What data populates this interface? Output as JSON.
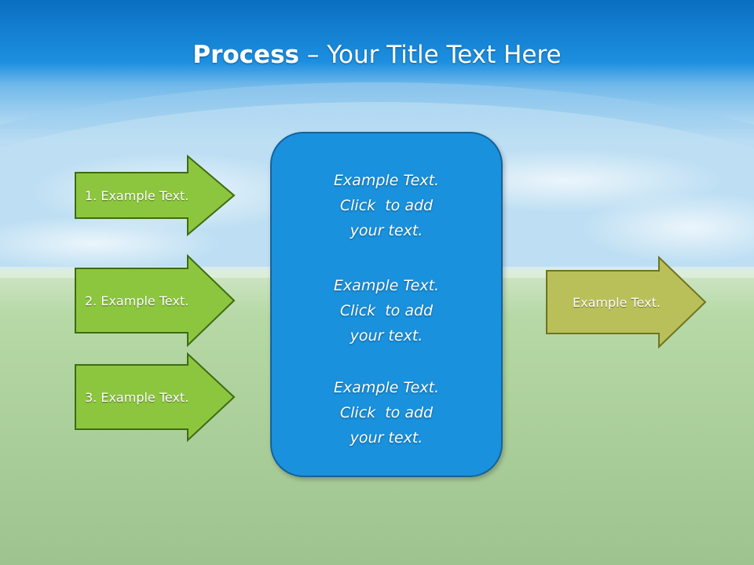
{
  "slide": {
    "title_bold": "Process",
    "title_rest": " – Your Title Text Here",
    "colors": {
      "sky_top": "#0a6fc0",
      "sky_bottom": "#dbeef8",
      "grass": "#a9cd95",
      "left_arrow": "#8cc63f",
      "right_arrow": "#b9c05a",
      "center_box": "#1a91dd"
    }
  },
  "left_arrows": [
    {
      "label": "1. Example Text."
    },
    {
      "label": "2. Example Text."
    },
    {
      "label": "3. Example Text."
    }
  ],
  "center_box": {
    "blocks": [
      {
        "lines": [
          "Example Text.",
          "Click  to add",
          "your text."
        ]
      },
      {
        "lines": [
          "Example Text.",
          "Click  to add",
          "your text."
        ]
      },
      {
        "lines": [
          "Example Text.",
          "Click  to add",
          "your text."
        ]
      }
    ]
  },
  "right_arrow": {
    "label": "Example Text."
  }
}
